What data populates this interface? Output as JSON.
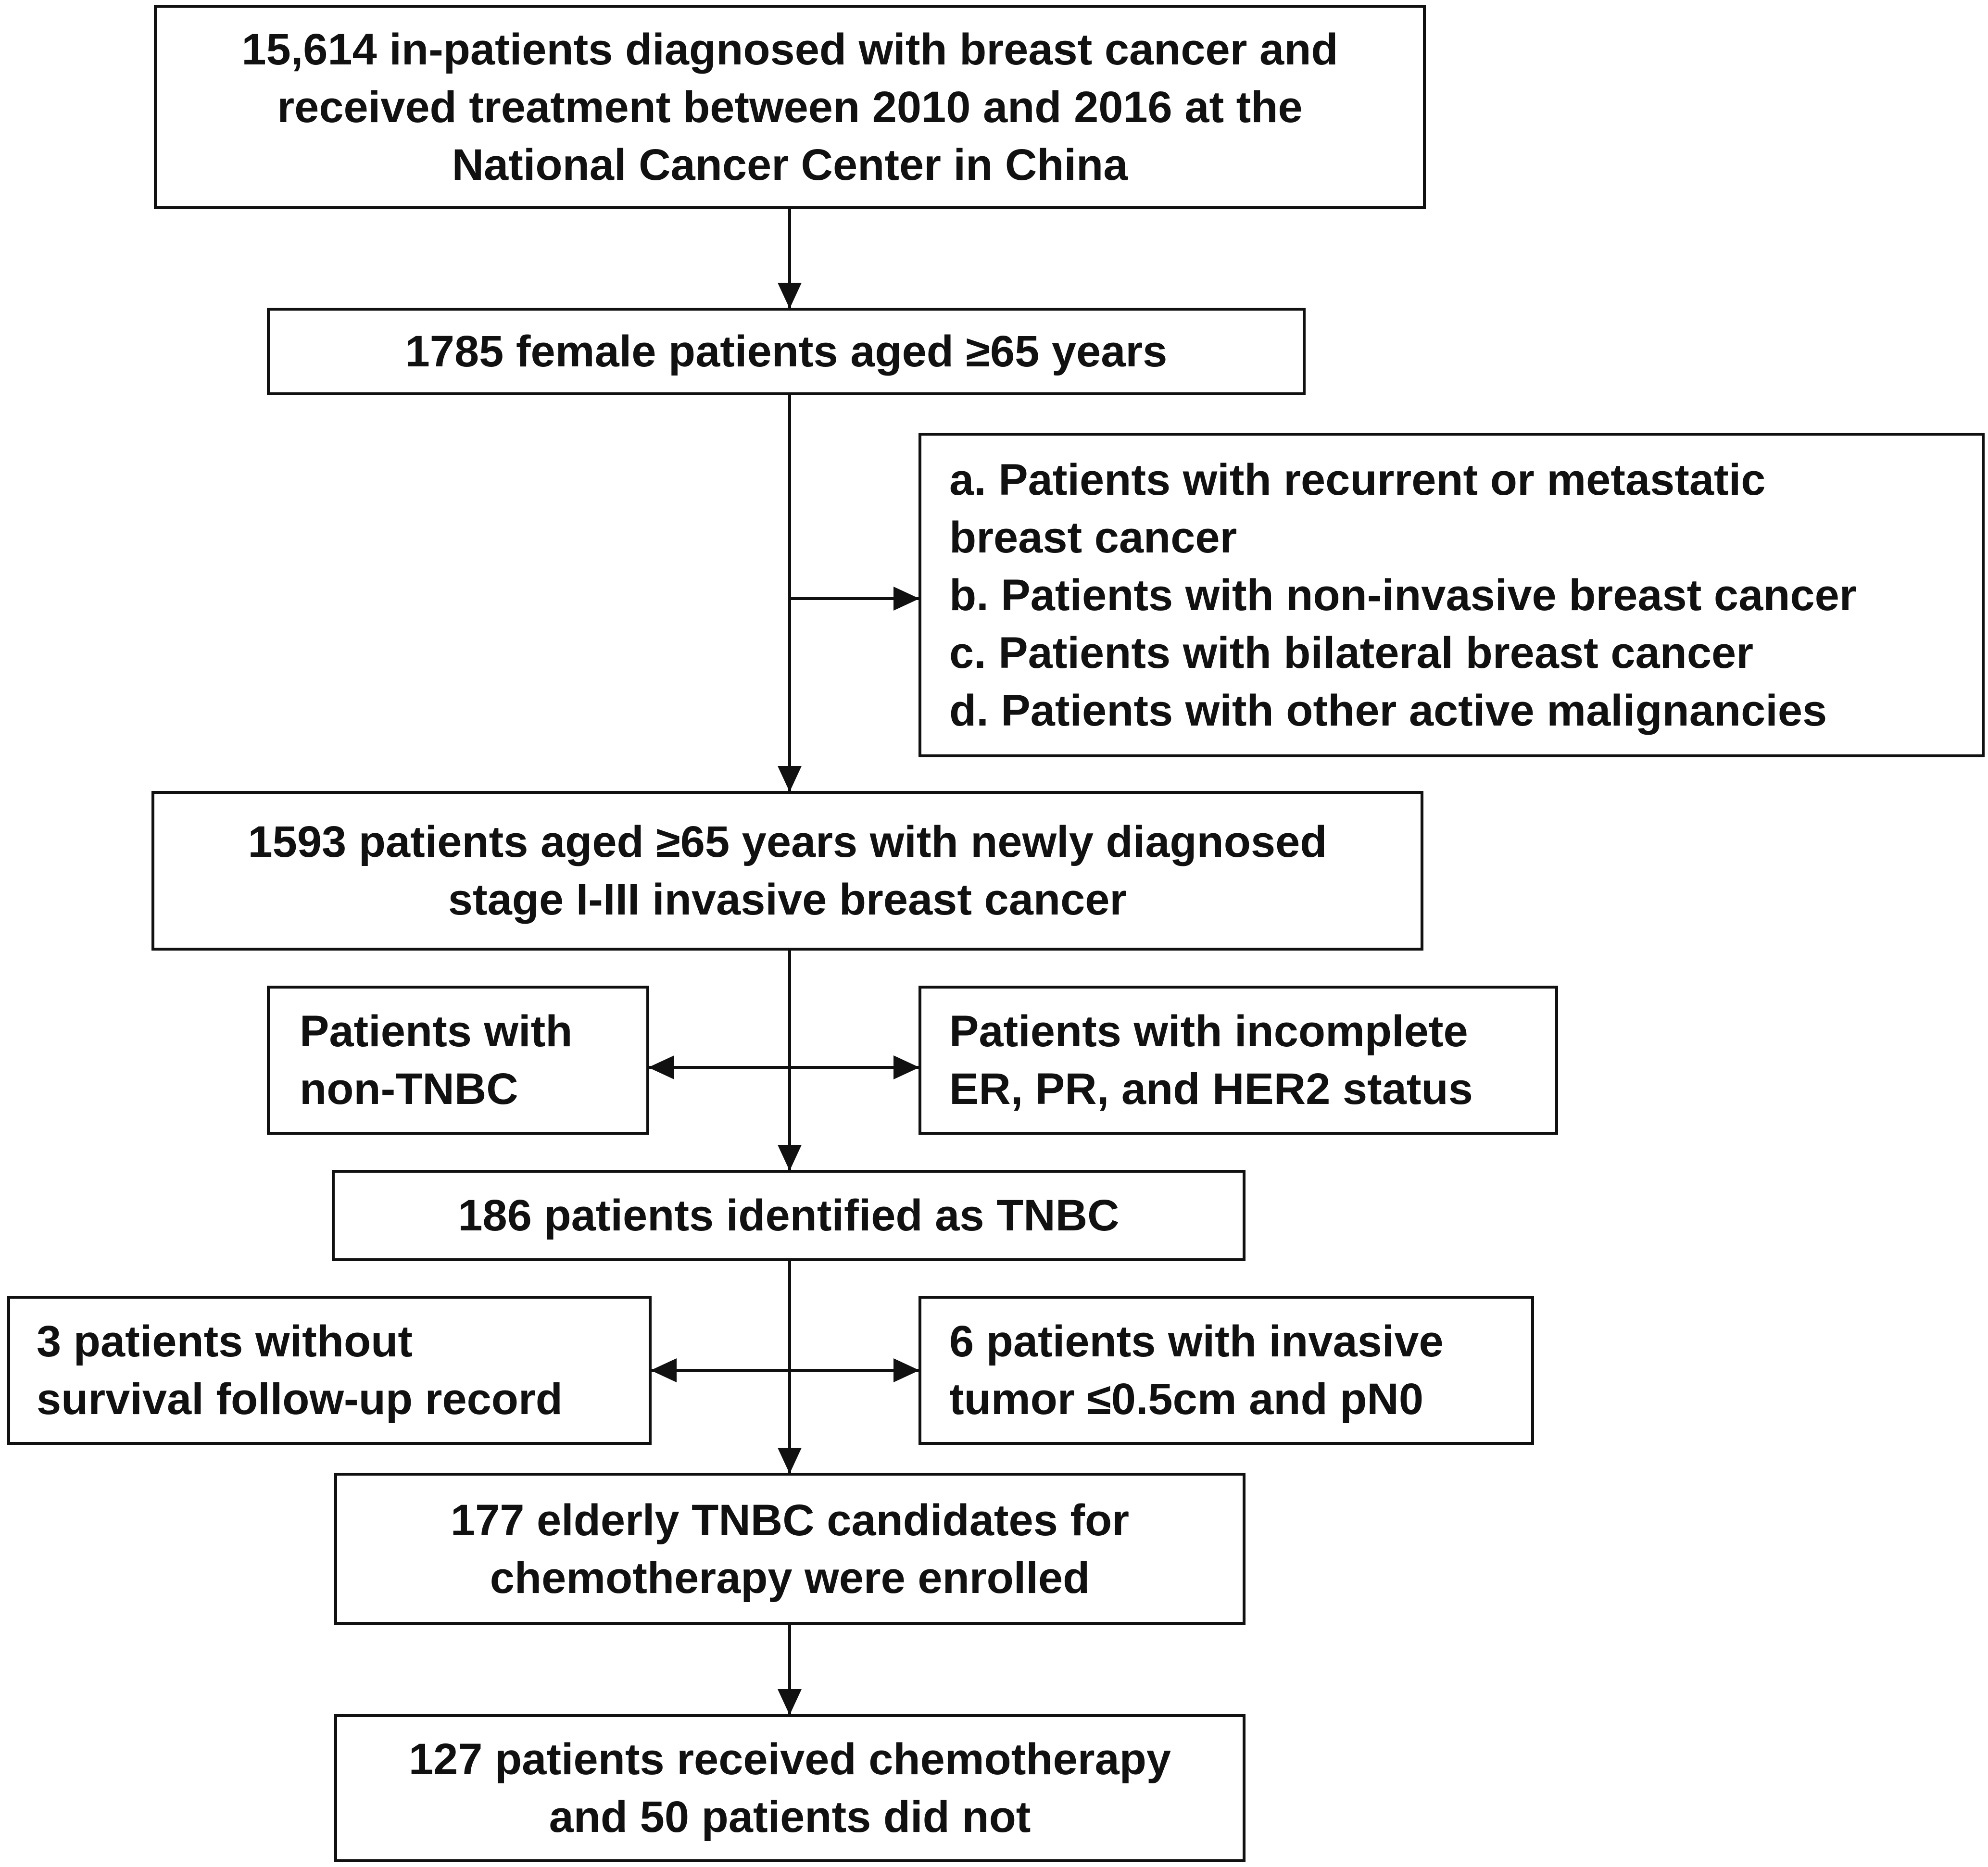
{
  "boxes": {
    "source": {
      "lines": [
        "15,614 in-patients diagnosed with breast cancer and",
        "received treatment between 2010 and 2016 at the",
        "National Cancer Center in China"
      ]
    },
    "female_elderly": {
      "lines": [
        "1785 female patients aged ≥65 years"
      ]
    },
    "exclusions_first": {
      "lines": [
        "a. Patients with recurrent or metastatic",
        "breast cancer",
        "b. Patients with non-invasive breast cancer",
        "c. Patients with bilateral breast cancer",
        "d. Patients with other active malignancies"
      ]
    },
    "newly_diagnosed": {
      "lines": [
        "1593 patients aged ≥65 years with newly diagnosed",
        "stage I-III invasive breast cancer"
      ]
    },
    "exclusion_non_tnbc": {
      "lines": [
        "Patients with",
        "non-TNBC"
      ]
    },
    "exclusion_incomplete_status": {
      "lines": [
        "Patients with incomplete",
        "ER, PR, and HER2 status"
      ]
    },
    "tnbc_identified": {
      "lines": [
        "186 patients identified as TNBC"
      ]
    },
    "exclusion_no_followup": {
      "lines": [
        "3 patients without",
        "survival follow-up record"
      ]
    },
    "exclusion_small_tumor": {
      "lines": [
        "6 patients with invasive",
        "tumor ≤0.5cm and pN0"
      ]
    },
    "enrolled": {
      "lines": [
        "177 elderly TNBC candidates for",
        "chemotherapy were enrolled"
      ]
    },
    "outcome": {
      "lines": [
        "127 patients received chemotherapy",
        "and 50 patients did not"
      ]
    }
  }
}
